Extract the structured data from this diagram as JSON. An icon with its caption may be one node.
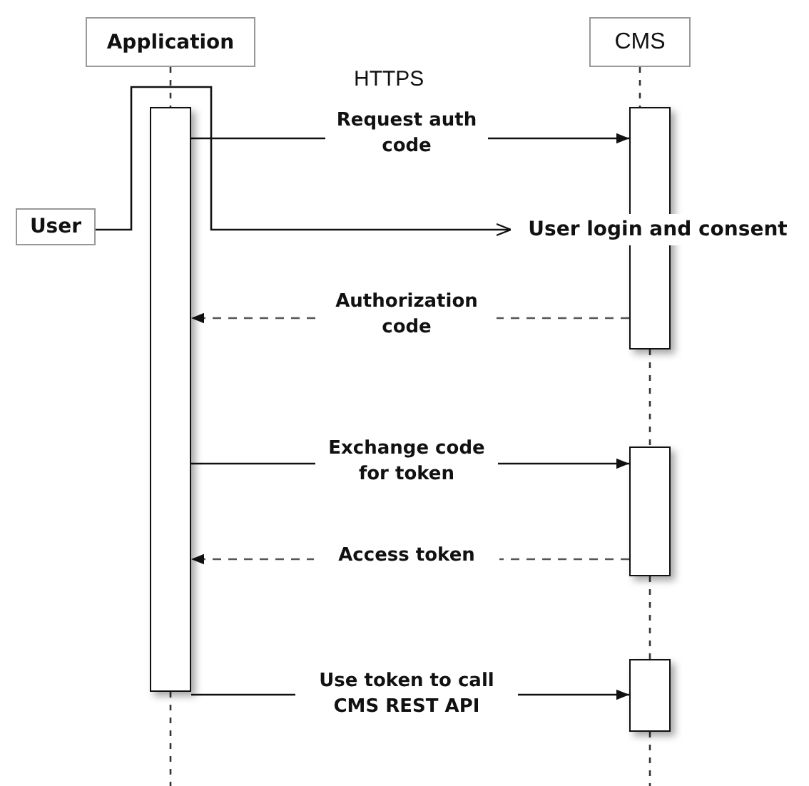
{
  "diagram": {
    "nodes": [
      {
        "text": [
          "Application"
        ]
      },
      {
        "text": [
          "CMS"
        ]
      },
      {
        "text": [
          "User"
        ]
      },
      {
        "text": [],
        "shape": "bar"
      },
      {
        "text": [],
        "shape": "bar"
      },
      {
        "text": [],
        "shape": "bar"
      },
      {
        "text": [],
        "shape": "bar"
      },
      {
        "text": [
          "User login and consent"
        ]
      }
    ],
    "edges": [
      {
        "from": 0,
        "to": 3,
        "arrow": "none",
        "style": "dashed"
      },
      {
        "from": 3,
        "to": null,
        "arrow": "none",
        "style": "dashed"
      },
      {
        "from": 1,
        "to": 4,
        "arrow": "none",
        "style": "dashed"
      },
      {
        "from": 4,
        "to": 5,
        "arrow": "none",
        "style": "dashed"
      },
      {
        "from": 5,
        "to": 6,
        "arrow": "none",
        "style": "dashed"
      },
      {
        "from": 6,
        "to": null,
        "arrow": "none",
        "style": "dashed"
      },
      {
        "from": 3,
        "to": 4,
        "arrow": "to",
        "label": "Request auth code"
      },
      {
        "from": 2,
        "to": 7,
        "arrow": "to"
      },
      {
        "from": 4,
        "to": 3,
        "arrow": "to",
        "label": "Authorization code",
        "style": "dashed"
      },
      {
        "from": 3,
        "to": 5,
        "arrow": "to",
        "label": "Exchange code for token"
      },
      {
        "from": 5,
        "to": 3,
        "arrow": "to",
        "label": "Access token",
        "style": "dashed"
      },
      {
        "from": 3,
        "to": 6,
        "arrow": "to",
        "label": "Use token to call CMS REST API"
      }
    ],
    "labels": [
      "HTTPS"
    ]
  }
}
